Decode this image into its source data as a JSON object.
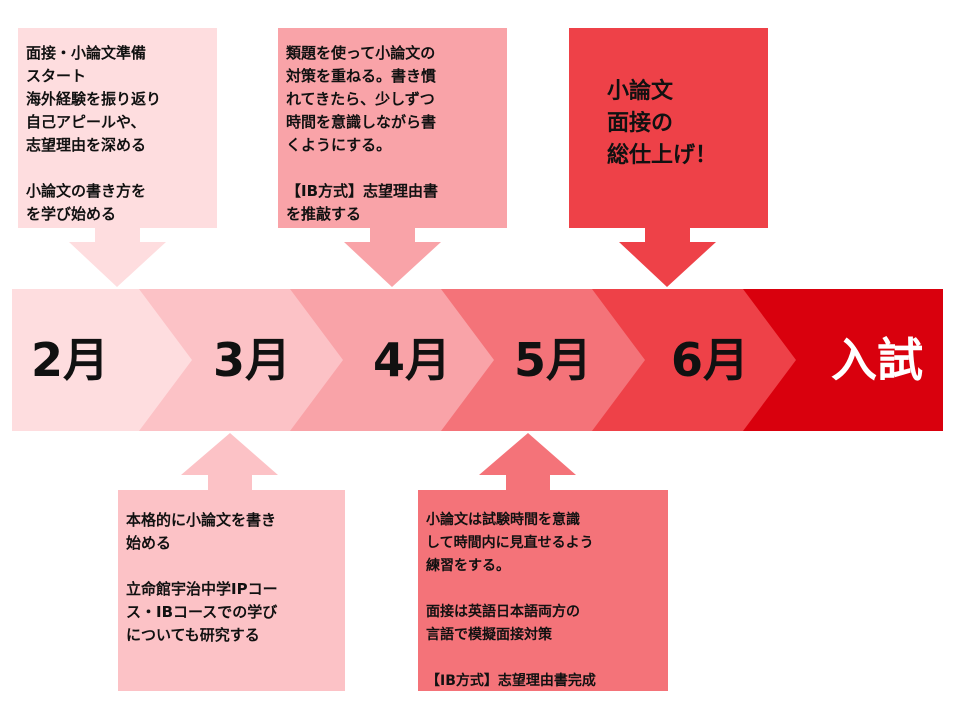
{
  "timeline": {
    "steps": [
      {
        "label": "2月",
        "color": "#FEDDDF"
      },
      {
        "label": "3月",
        "color": "#FCC2C6"
      },
      {
        "label": "4月",
        "color": "#F9A3A8"
      },
      {
        "label": "5月",
        "color": "#F47379"
      },
      {
        "label": "6月",
        "color": "#EE4148"
      },
      {
        "label": "入試",
        "color": "#D9000D"
      }
    ]
  },
  "callouts": {
    "feb": "面接・小論文準備\nスタート\n海外経験を振り返り\n自己アピールや、\n志望理由を深める\n\n小論文の書き方を\nを学び始める",
    "mar": "本格的に小論文を書き\n始める\n\n立命館宇治中学IPコー\nス・IBコースでの学び\nについても研究する",
    "apr": "類題を使って小論文の\n対策を重ねる。書き慣\nれてきたら、少しずつ\n時間を意識しながら書\nくようにする。\n\n【IB方式】志望理由書\nを推敲する",
    "may": "小論文は試験時間を意識\nして時間内に見直せるよう\n練習をする。\n\n面接は英語日本語両方の\n言語で模擬面接対策\n\n【IB方式】志望理由書完成",
    "jun": "小論文\n面接の\n総仕上げ！"
  }
}
